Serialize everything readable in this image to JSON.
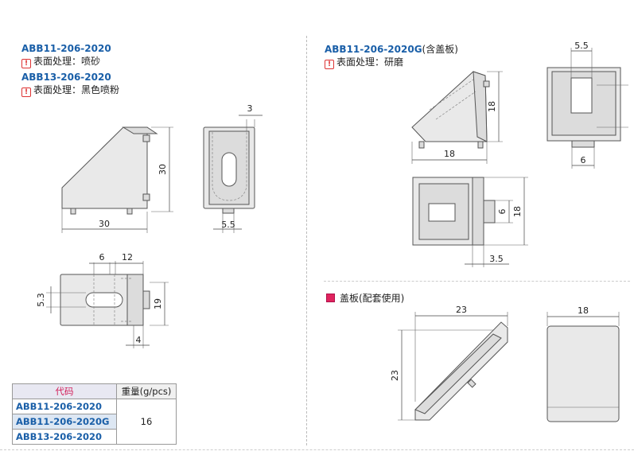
{
  "left": {
    "code1": "ABB11-206-2020",
    "note1": "表面处理：喷砂",
    "code2": "ABB13-206-2020",
    "note2": "表面处理：黑色喷粉",
    "dims": {
      "d3": "3",
      "d30h": "30",
      "d30w": "30",
      "d55": "5.5",
      "d6": "6",
      "d12": "12",
      "d53": "5.3",
      "d19": "19",
      "d4": "4"
    }
  },
  "right": {
    "code": "ABB11-206-2020G",
    "code_suffix": "(含盖板)",
    "note": "表面处理：研磨",
    "dims": {
      "d55": "5.5",
      "d18a": "18",
      "d18b": "18",
      "d6a": "6",
      "d6b": "6",
      "d18c": "18",
      "d35": "3.5"
    }
  },
  "cover": {
    "title": "盖板(配套使用)",
    "dims": {
      "d23w": "23",
      "d23h": "23",
      "d18": "18"
    }
  },
  "table": {
    "headers": [
      "代码",
      "重量(g/pcs)"
    ],
    "rows": [
      "ABB11-206-2020",
      "ABB11-206-2020G",
      "ABB13-206-2020"
    ],
    "weight": "16",
    "colors": {
      "header_bg": "#e8e8f2",
      "header_text": "#d21f5a",
      "code_text": "#1a5fa8",
      "highlight_bg": "#dde7f3"
    }
  }
}
